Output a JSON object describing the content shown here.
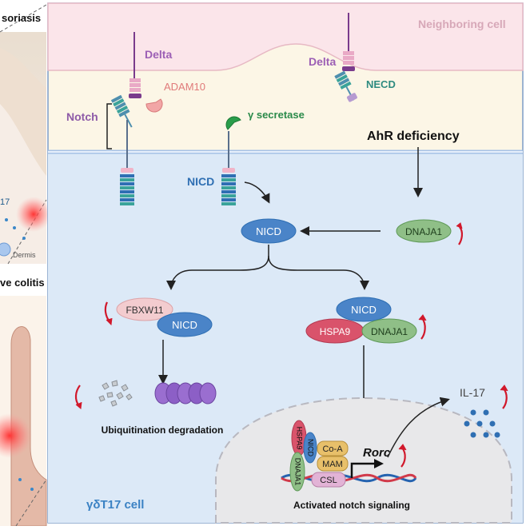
{
  "left_panel": {
    "top_label": "soriasis",
    "bottom_label": "ve colitis",
    "dermis_label": "Dermis",
    "il17_fragment": "17"
  },
  "neighboring_cell_label": "Neighboring cell",
  "membrane_labels": {
    "delta_left": "Delta",
    "delta_right": "Delta",
    "adam10": "ADAM10",
    "notch": "Notch",
    "gamma_secretase": "γ secretase",
    "necd": "NECD",
    "ahr_deficiency": "AhR deficiency",
    "nicd_membrane": "NICD"
  },
  "nodes": {
    "nicd_center": "NICD",
    "dnaja1_right": "DNAJA1",
    "fbxw11": "FBXW11",
    "nicd_degradation": "NICD",
    "nicd_complex": "NICD",
    "hspa9": "HSPA9",
    "dnaja1_complex": "DNAJA1"
  },
  "degradation_label": "Ubiquitination degradation",
  "il17_label": "IL-17",
  "nucleus": {
    "hspa9": "HSPA9",
    "nicd": "NICD",
    "dnaja1": "DNAJA1",
    "co_a": "Co-A",
    "mam": "MAM",
    "csl": "CSL",
    "rorc": "Rorc",
    "activated_label": "Activated notch signaling"
  },
  "cell_label": "γδT17 cell",
  "colors": {
    "cell_bg": "#dce9f7",
    "neighbor_bg": "#fbe5ea",
    "extracellular_bg": "#fcf6e6",
    "nicd_blue": "#4a84c8",
    "dnaja1_green": "#8fbf87",
    "hspa9_red": "#d9536b",
    "fbxw11_pink": "#f3cccf",
    "up_down_arrow": "#d1182b",
    "notch_purple": "#8e5ba8",
    "teal": "#2e8b80"
  }
}
